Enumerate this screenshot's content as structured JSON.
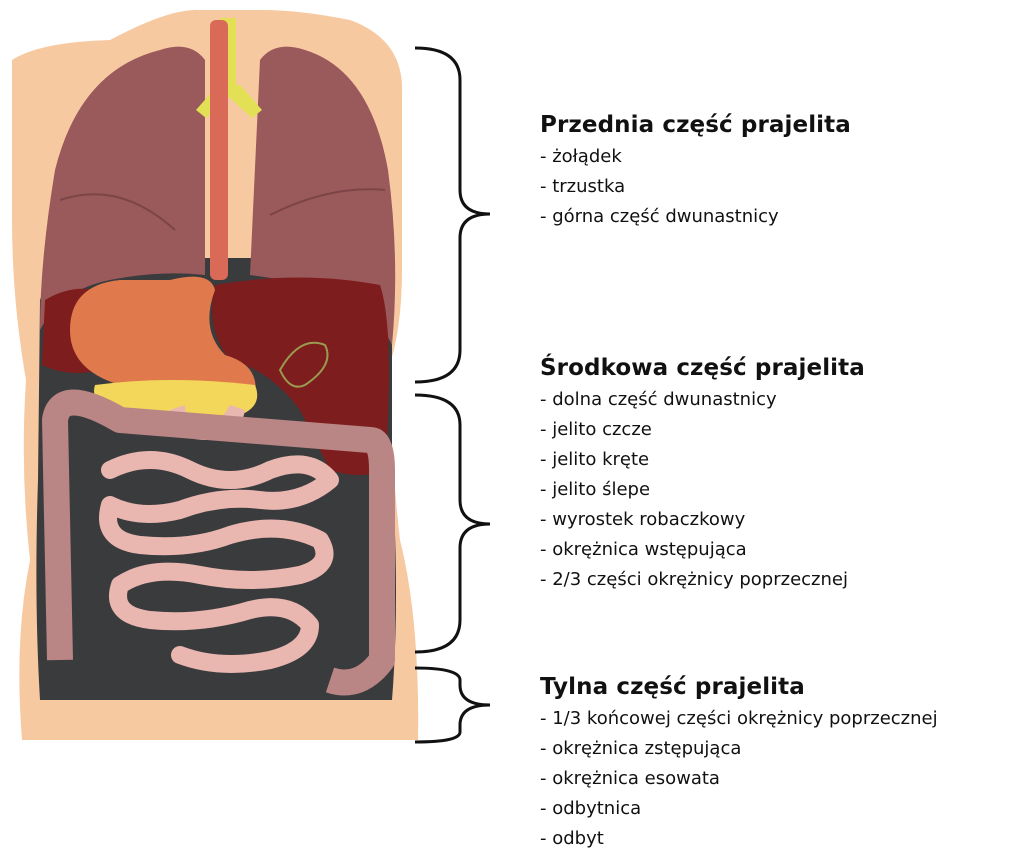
{
  "diagram": {
    "figure": "torso with digestive organs",
    "palette": {
      "skin": "#f7c9a1",
      "lungs": "#9a5a5c",
      "trachea": "#e3e055",
      "esophagus": "#d96a58",
      "liver": "#7e1d1d",
      "stomach": "#e07a4c",
      "pancreas": "#f2d75a",
      "intestine": "#e9b6b0",
      "colon": "#b98585",
      "cavity": "#3a3b3d",
      "bracket": "#111111"
    },
    "sections": [
      {
        "title": "Przednia część prajelita",
        "items": [
          "- żołądek",
          "- trzustka",
          "- górna część dwunastnicy"
        ]
      },
      {
        "title": "Środkowa część prajelita",
        "items": [
          "- dolna część dwunastnicy",
          "- jelito czcze",
          "- jelito kręte",
          "- jelito ślepe",
          "- wyrostek robaczkowy",
          "- okrężnica wstępująca",
          "- 2/3 części okrężnicy poprzecznej"
        ]
      },
      {
        "title": "Tylna część prajelita",
        "items": [
          "- 1/3 końcowej części okrężnicy poprzecznej",
          "- okrężnica zstępująca",
          "- okrężnica esowata",
          "- odbytnica",
          "- odbyt"
        ]
      }
    ]
  }
}
